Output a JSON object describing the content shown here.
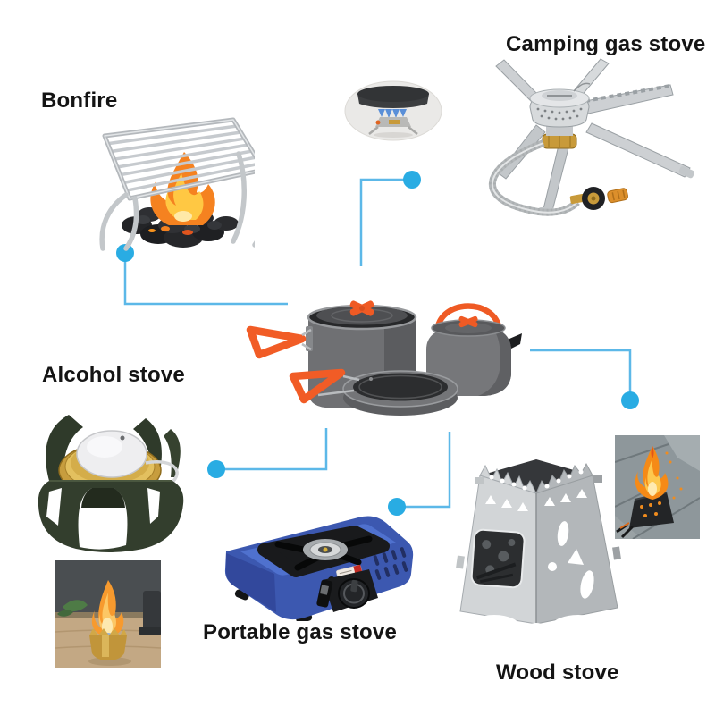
{
  "labels": {
    "bonfire": "Bonfire",
    "camping_gas_stove": "Camping gas stove",
    "alcohol_stove": "Alcohol stove",
    "portable_gas_stove": "Portable gas stove",
    "wood_stove": "Wood stove"
  },
  "colors": {
    "connector_line": "#5cb8e8",
    "connector_dot": "#29ace3",
    "label_text": "#141414",
    "cookware_orange": "#f15c26",
    "stove_blue": "#3c58b0",
    "brass_gold": "#c79d3e",
    "alcohol_green": "#333e2d",
    "steel_gray": "#c9cdd0",
    "flame_orange": "#f58220"
  }
}
